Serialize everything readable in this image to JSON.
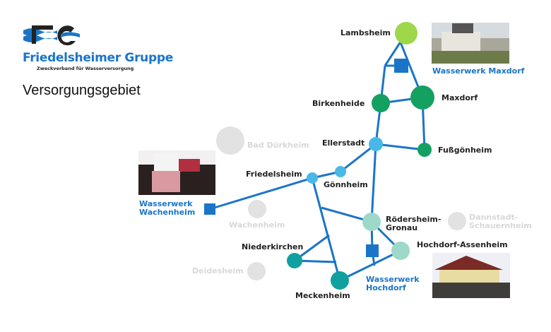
{
  "header": {
    "brand": "Friedelsheimer Gruppe",
    "subtitle": "Zweckverband für Wasserversorgung",
    "title": "Versorgungsgebiet"
  },
  "colors": {
    "pipe": "#1a75c8",
    "lime": "#9ed84a",
    "green": "#14a060",
    "lightblue": "#48b8e8",
    "mint": "#9dd8c8",
    "teal": "#10a0a0",
    "inactive": "#e2e2e2"
  },
  "nodes": {
    "lambsheim": "Lambsheim",
    "birkenheide": "Birkenheide",
    "maxdorf": "Maxdorf",
    "fussgoenheim": "Fußgönheim",
    "ellerstadt": "Ellerstadt",
    "friedelsheim": "Friedelsheim",
    "goennheim": "Gönnheim",
    "roedersheim1": "Rödersheim-",
    "roedersheim2": "Gronau",
    "hochdorf_assenheim": "Hochdorf-Assenheim",
    "niederkirchen": "Niederkirchen",
    "meckenheim": "Meckenheim"
  },
  "inactive": {
    "bad_duerkheim": "Bad Dürkheim",
    "wachenheim": "Wachenheim",
    "dannstadt1": "Dannstadt-",
    "dannstadt2": "Schauernheim",
    "deidesheim": "Deidesheim"
  },
  "waterworks": {
    "maxdorf": "Wasserwerk Maxdorf",
    "wachenheim1": "Wasserwerk",
    "wachenheim2": "Wachenheim",
    "hochdorf1": "Wasserwerk",
    "hochdorf2": "Hochdorf"
  }
}
